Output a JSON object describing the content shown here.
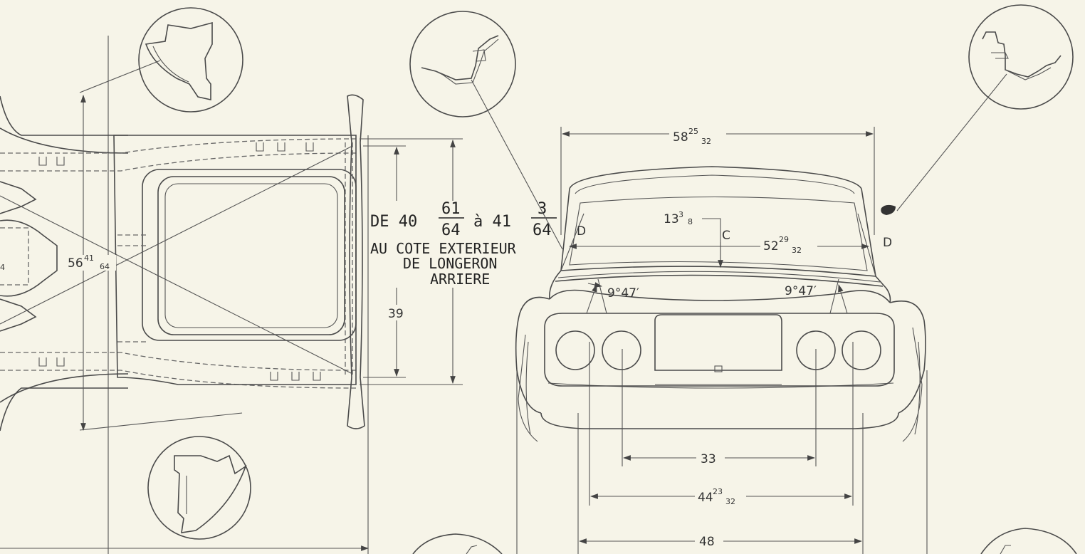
{
  "colors": {
    "paper": "#f6f4e8",
    "ink": "#4a4a4a"
  },
  "note": {
    "prefix": "DE 40",
    "frac1_num": "61",
    "frac1_den": "64",
    "middle": "à 41",
    "frac2_num": "3",
    "frac2_den": "64",
    "line2": "AU COTE EXTERIEUR",
    "line3": "DE LONGERON",
    "line4": "ARRIERE"
  },
  "dimensions": {
    "track_plan": {
      "whole": "56",
      "num": "41",
      "den": "64"
    },
    "frame_39": "39",
    "partial_left": "4",
    "overall_width": {
      "whole": "58",
      "num": "25",
      "den": "32"
    },
    "inner_width": {
      "whole": "52",
      "num": "29",
      "den": "32"
    },
    "height_c": {
      "whole": "13",
      "num": "3",
      "den": "8"
    },
    "letter_c": "C",
    "letter_d_left": "D",
    "letter_d_right": "D",
    "angle_left": "9°47′",
    "angle_right": "9°47′",
    "lamp_spacing": "33",
    "lower_width": {
      "whole": "44",
      "num": "23",
      "den": "32"
    },
    "bottom_width": "48"
  }
}
